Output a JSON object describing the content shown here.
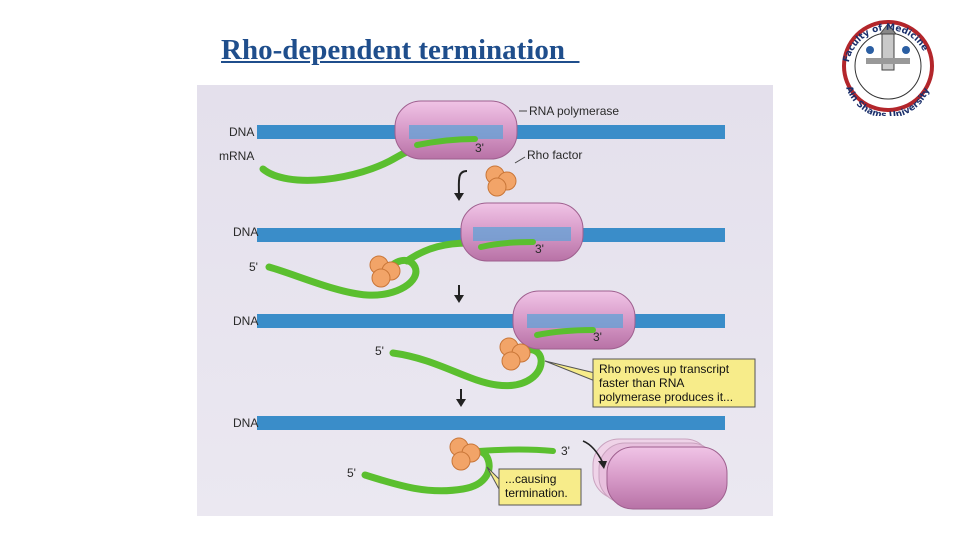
{
  "slide": {
    "title": "Rho-dependent termination  "
  },
  "logo": {
    "ring_text_top": "Faculty of Medicine",
    "ring_text_bottom": "Ain Shams University"
  },
  "diagram": {
    "labels": {
      "dna": "DNA",
      "mrna": "mRNA",
      "rna_polymerase": "RNA polymerase",
      "rho_factor": "Rho factor",
      "five_prime": "5'",
      "three_prime": "3'"
    },
    "callouts": {
      "rho_moves_1": "Rho moves up transcript",
      "rho_moves_2": "faster than RNA",
      "rho_moves_3": "polymerase produces it...",
      "causing_1": "...causing",
      "causing_2": "termination."
    }
  },
  "colors": {
    "title": "#1f4e8c",
    "background_panel": "#e6e3ee",
    "dna": "#3a8dc9",
    "mrna": "#5bbf2f",
    "polymerase": "#d79ac8",
    "rho": "#f2a468",
    "callout": "#f7ec8a"
  }
}
